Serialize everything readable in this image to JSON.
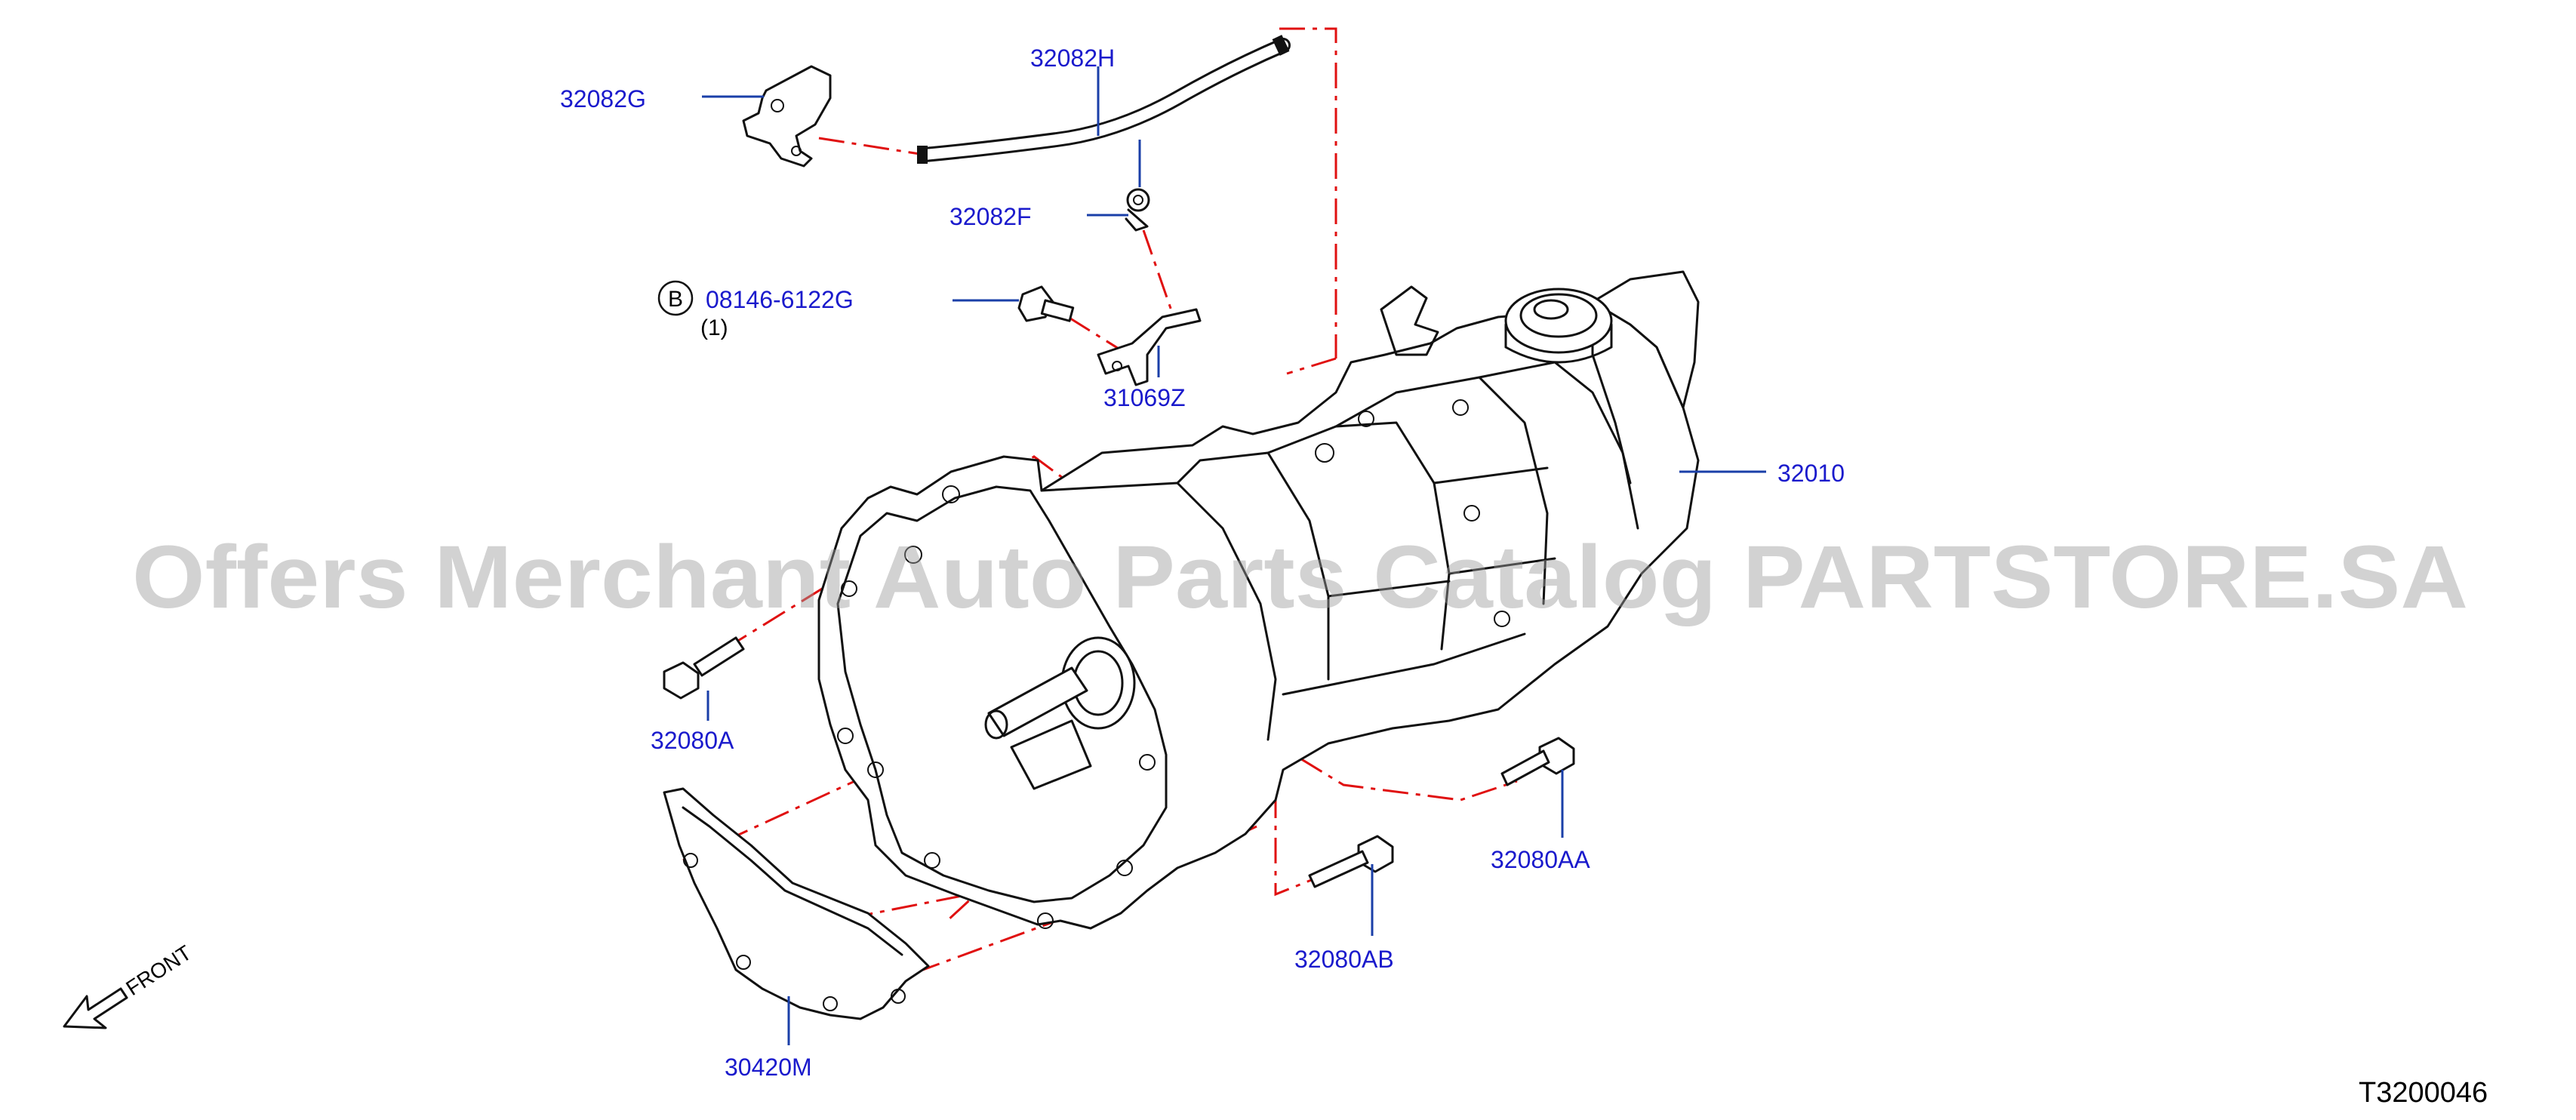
{
  "diagram": {
    "watermark": "Offers Merchant Auto Parts Catalog PARTSTORE.SA",
    "sheet_id": "T3200046",
    "front_label": "FRONT",
    "bolt_symbol": "B",
    "callouts": {
      "g": "32082G",
      "h": "32082H",
      "f": "32082F",
      "bolt": "08146-6122G",
      "bolt_qty": "(1)",
      "z": "31069Z",
      "trans": "32010",
      "a": "32080A",
      "aa": "32080AA",
      "ab": "32080AB",
      "m": "30420M"
    }
  }
}
